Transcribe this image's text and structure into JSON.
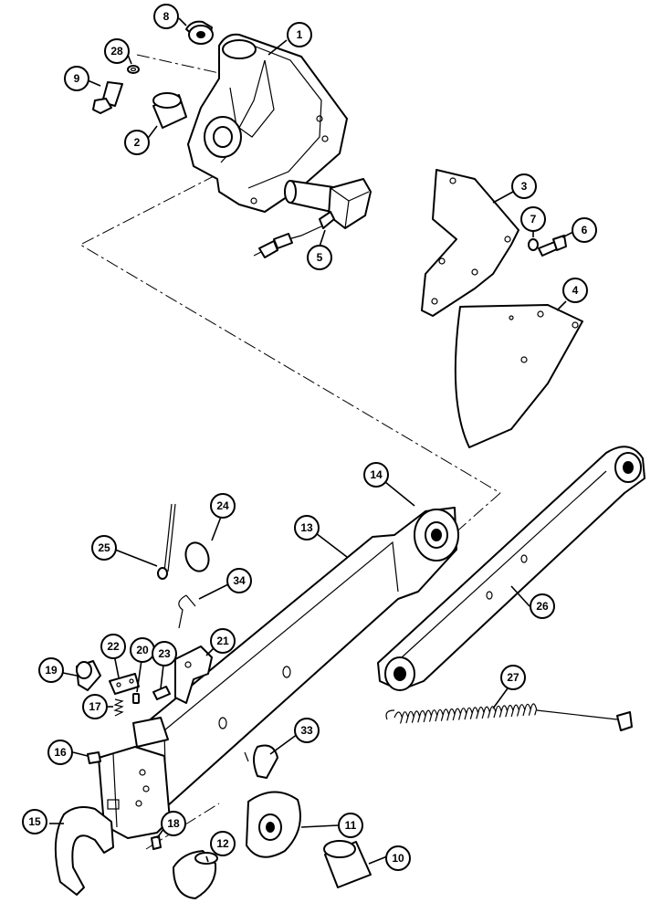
{
  "callouts": [
    {
      "id": "c1",
      "label": "1"
    },
    {
      "id": "c2",
      "label": "2"
    },
    {
      "id": "c3",
      "label": "3"
    },
    {
      "id": "c4",
      "label": "4"
    },
    {
      "id": "c5",
      "label": "5"
    },
    {
      "id": "c6",
      "label": "6"
    },
    {
      "id": "c7",
      "label": "7"
    },
    {
      "id": "c8",
      "label": "8"
    },
    {
      "id": "c9",
      "label": "9"
    },
    {
      "id": "c10",
      "label": "10"
    },
    {
      "id": "c11",
      "label": "11"
    },
    {
      "id": "c12",
      "label": "12"
    },
    {
      "id": "c13",
      "label": "13"
    },
    {
      "id": "c14",
      "label": "14"
    },
    {
      "id": "c15",
      "label": "15"
    },
    {
      "id": "c16",
      "label": "16"
    },
    {
      "id": "c17",
      "label": "17"
    },
    {
      "id": "c18",
      "label": "18"
    },
    {
      "id": "c19",
      "label": "19"
    },
    {
      "id": "c20",
      "label": "20"
    },
    {
      "id": "c21",
      "label": "21"
    },
    {
      "id": "c22",
      "label": "22"
    },
    {
      "id": "c23",
      "label": "23"
    },
    {
      "id": "c24",
      "label": "24"
    },
    {
      "id": "c25",
      "label": "25"
    },
    {
      "id": "c26",
      "label": "26"
    },
    {
      "id": "c27",
      "label": "27"
    },
    {
      "id": "c28",
      "label": "28"
    },
    {
      "id": "c33",
      "label": "33"
    },
    {
      "id": "c34",
      "label": "34"
    }
  ]
}
